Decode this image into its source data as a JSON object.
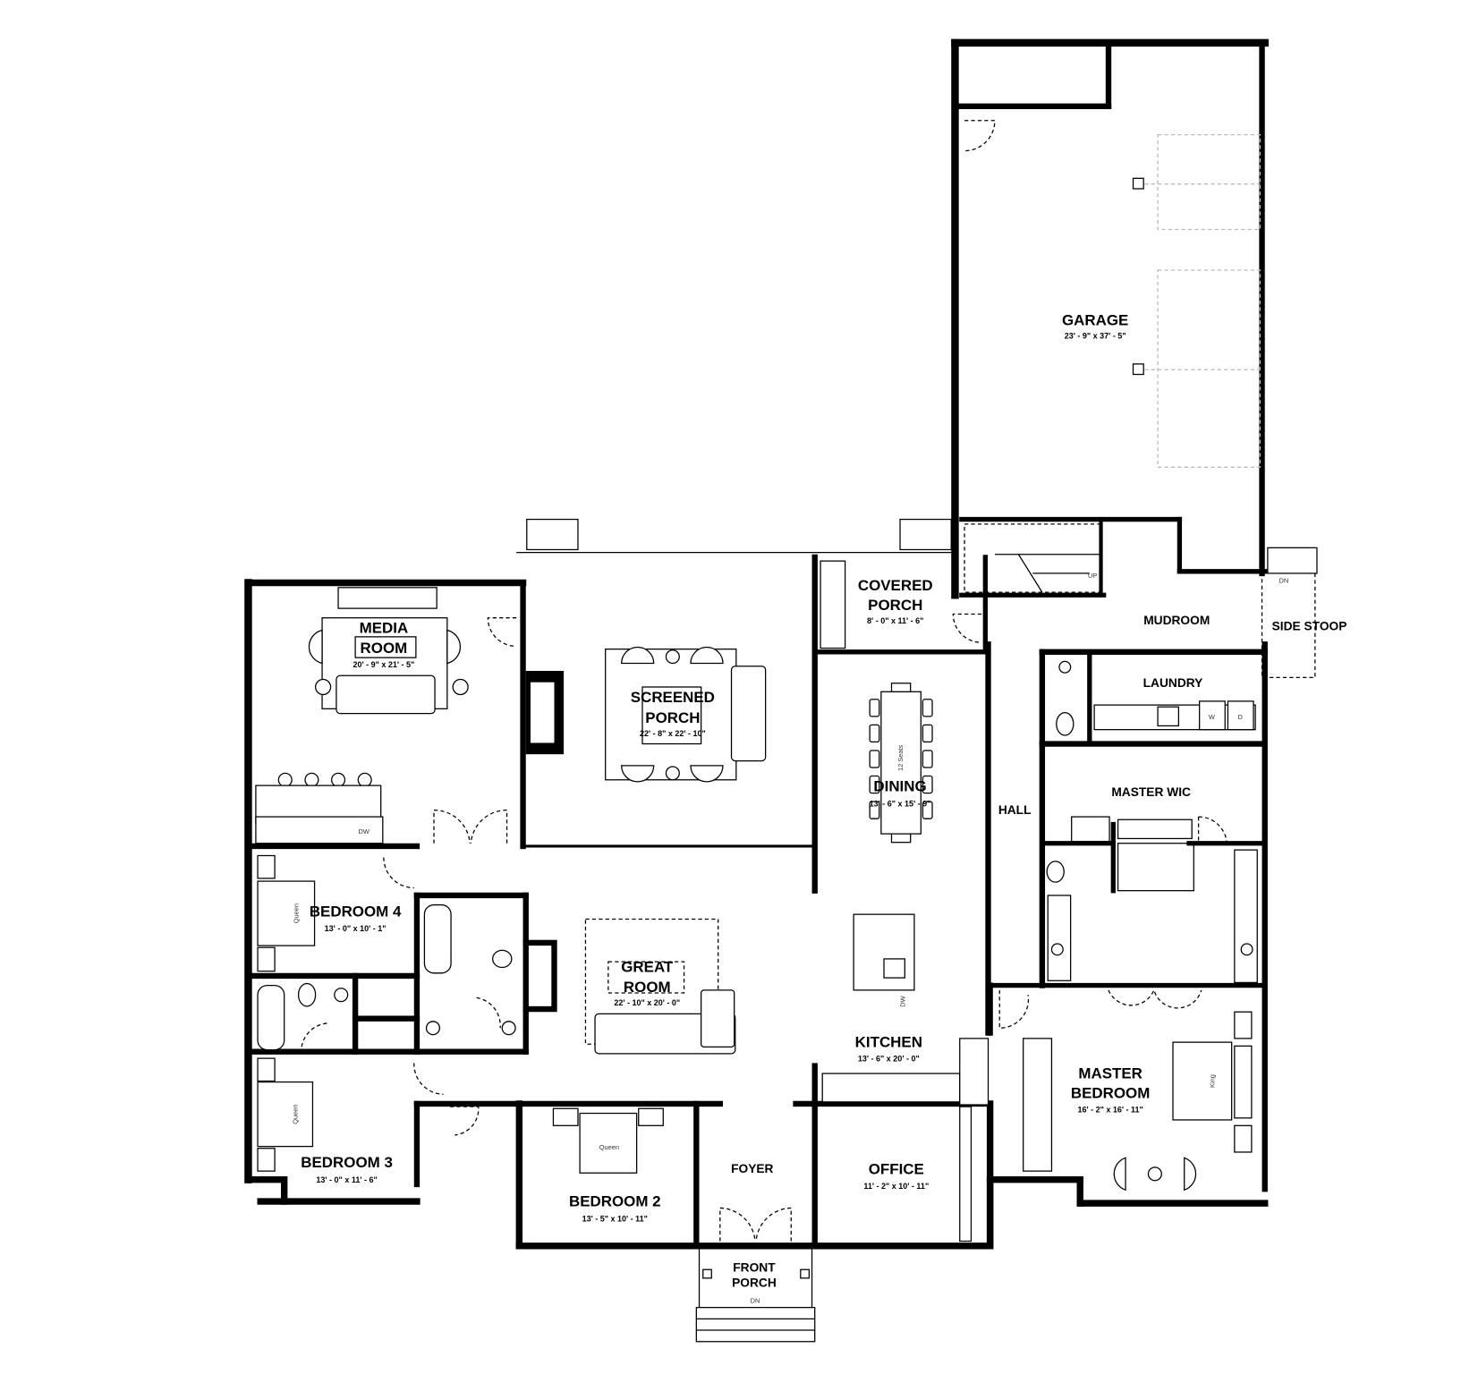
{
  "rooms": {
    "garage": {
      "name": "GARAGE",
      "dims": "23' - 9\" x 37' - 5\""
    },
    "covered_porch": {
      "name1": "COVERED",
      "name2": "PORCH",
      "dims": "8' - 0\" x 11' - 6\""
    },
    "mudroom": {
      "name": "MUDROOM"
    },
    "side_stoop": {
      "name": "SIDE STOOP"
    },
    "media_room": {
      "name1": "MEDIA",
      "name2": "ROOM",
      "dims": "20' - 9\" x 21' - 5\""
    },
    "screened_porch": {
      "name1": "SCREENED",
      "name2": "PORCH",
      "dims": "22' - 8\" x 22' - 10\""
    },
    "dining": {
      "name": "DINING",
      "dims": "13' - 6\" x 15' - 9\""
    },
    "hall": {
      "name": "HALL"
    },
    "laundry": {
      "name": "LAUNDRY"
    },
    "master_wic": {
      "name": "MASTER WIC"
    },
    "bedroom_4": {
      "name": "BEDROOM 4",
      "dims": "13' - 0\" x 10' - 1\""
    },
    "great_room": {
      "name1": "GREAT",
      "name2": "ROOM",
      "dims": "22' - 10\" x 20' - 0\""
    },
    "kitchen": {
      "name": "KITCHEN",
      "dims": "13' - 6\" x 20' - 0\""
    },
    "master_bedroom": {
      "name1": "MASTER",
      "name2": "BEDROOM",
      "dims": "16' - 2\" x 16' - 11\""
    },
    "bedroom_3": {
      "name": "BEDROOM 3",
      "dims": "13' - 0\" x 11' - 6\""
    },
    "bedroom_2": {
      "name": "BEDROOM 2",
      "dims": "13' - 5\" x 10' - 11\""
    },
    "foyer": {
      "name": "FOYER"
    },
    "office": {
      "name": "OFFICE",
      "dims": "11' - 2\" x 10' - 11\""
    },
    "front_porch": {
      "name1": "FRONT",
      "name2": "PORCH"
    }
  },
  "fixtures": {
    "queen": "Queen",
    "king": "King",
    "seats": "12 Seats",
    "dishwasher": "DW",
    "washer": "W",
    "dryer": "D",
    "stairs_up": "UP",
    "stairs_down": "DN"
  },
  "colors": {
    "wall": "#000000",
    "background": "#ffffff"
  }
}
